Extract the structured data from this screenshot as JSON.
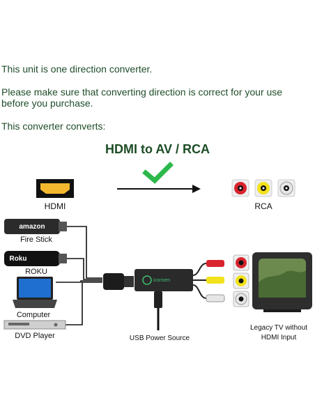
{
  "intro": {
    "line1": "This unit is one direction converter.",
    "line2a": "Please make sure that converting direction is correct for your use",
    "line2b": "before you purchase.",
    "line3": "This converter converts:"
  },
  "heading": "HDMI to AV / RCA",
  "labels": {
    "hdmi": "HDMI",
    "rca": "RCA",
    "fire_stick": "Fire Stick",
    "roku": "ROKU",
    "computer": "Computer",
    "dvd_player": "DVD Player",
    "usb_power": "USB Power Source",
    "tv_line1": "Legacy TV without",
    "tv_line2": "HDMI Input"
  },
  "device_text": {
    "amazon": "amazon",
    "roku_logo": "Roku",
    "converter_brand": "iconsen"
  },
  "colors": {
    "text_green": "#1f4d2a",
    "check_green": "#2db84b",
    "rca_red": "#d9232d",
    "rca_yellow": "#f2e21b",
    "rca_white": "#e6e6e6"
  }
}
